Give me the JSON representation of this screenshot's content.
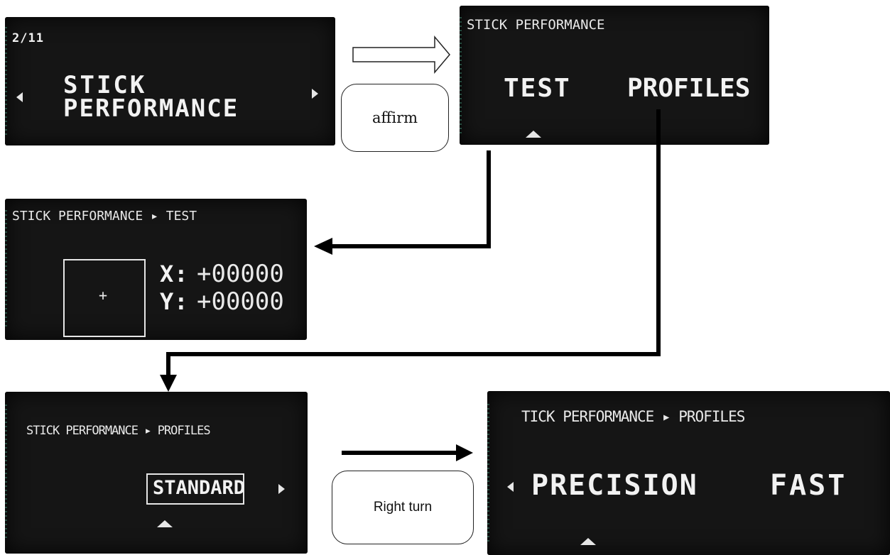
{
  "screens": {
    "main_menu": {
      "page": "2/11",
      "line1": "STICK",
      "line2": "PERFORMANCE"
    },
    "stick_menu": {
      "title": "STICK PERFORMANCE",
      "option_test": "TEST",
      "option_profiles": "PROFILES"
    },
    "test_screen": {
      "title": "STICK PERFORMANCE ▸ TEST",
      "x_label": "X:",
      "x_value": "+00000",
      "y_label": "Y:",
      "y_value": "+00000"
    },
    "profiles_standard": {
      "title": "STICK PERFORMANCE ▸ PROFILES",
      "option": "STANDARD"
    },
    "profiles_precision": {
      "title": "TICK PERFORMANCE ▸ PROFILES",
      "option_precision": "PRECISION",
      "option_fast": "FAST"
    }
  },
  "labels": {
    "affirm": "affirm",
    "right_turn": "Right turn"
  },
  "colors": {
    "screen_bg": "#151515",
    "screen_text": "#e9e9e9",
    "arrow": "#000000"
  }
}
